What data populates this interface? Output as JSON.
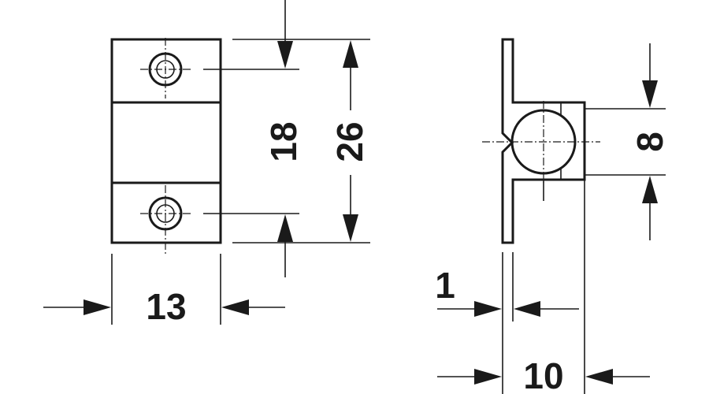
{
  "dimensions": {
    "plate_width": "13",
    "hole_spacing": "18",
    "plate_height": "26",
    "ball_diameter": "8",
    "flange_thickness": "1",
    "depth": "10"
  }
}
